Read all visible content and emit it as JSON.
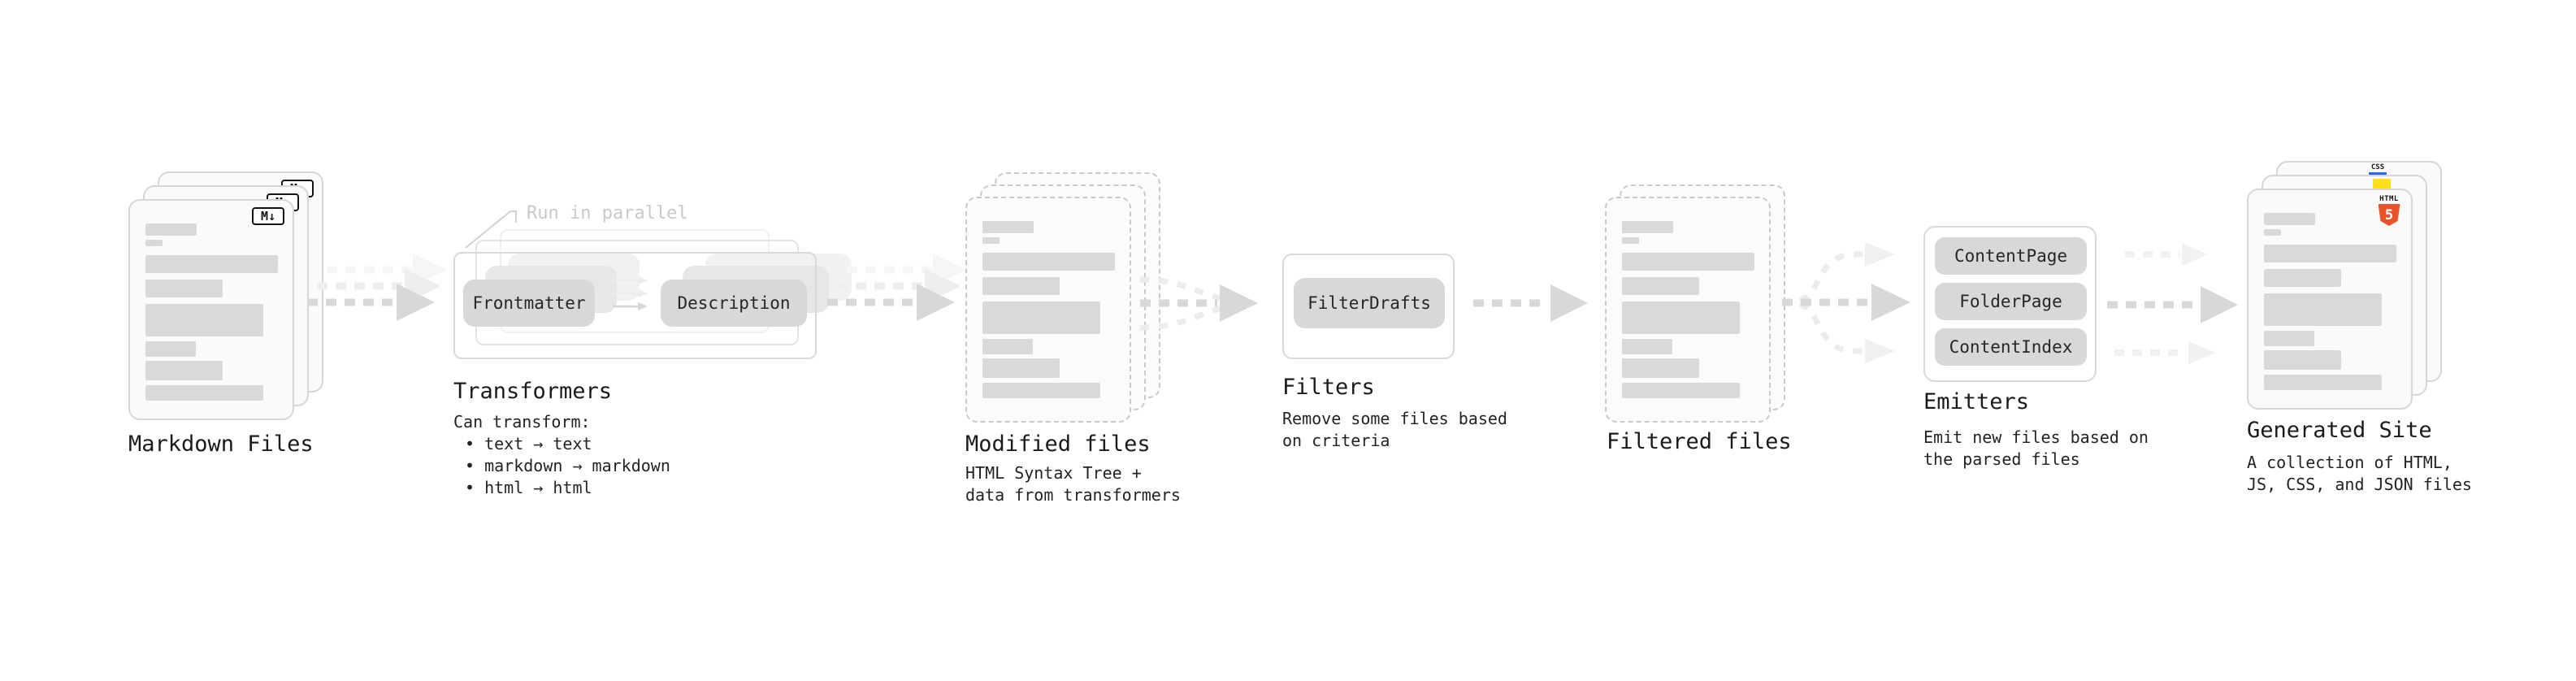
{
  "markdown_files": {
    "label": "Markdown Files",
    "badge": "M↓"
  },
  "transformers": {
    "label": "Transformers",
    "annotation": "Run in parallel",
    "pills": {
      "left": "Frontmatter",
      "right": "Description"
    },
    "caption_title": "Can transform:",
    "bullets": [
      "• text → text",
      "• markdown → markdown",
      "• html → html"
    ]
  },
  "modified_files": {
    "label": "Modified files",
    "caption": [
      "HTML Syntax Tree +",
      "data from transformers"
    ]
  },
  "filters": {
    "label": "Filters",
    "pill": "FilterDrafts",
    "caption": [
      "Remove some files based",
      "on criteria"
    ]
  },
  "filtered_files": {
    "label": "Filtered files"
  },
  "emitters": {
    "label": "Emitters",
    "pills": [
      "ContentPage",
      "FolderPage",
      "ContentIndex"
    ],
    "caption": [
      "Emit new files based on",
      "the parsed files"
    ]
  },
  "generated_site": {
    "label": "Generated Site",
    "caption": [
      "A collection of HTML,",
      "JS, CSS, and JSON files"
    ],
    "badges": {
      "css": "CSS",
      "html_word": "HTML",
      "html_number": "5"
    }
  },
  "colors": {
    "background": "#ffffff",
    "card_fill": "#fafafa",
    "card_border": "#d6d6d6",
    "dashed_border": "#c9c9c9",
    "shape_gray": "#d9d9d9",
    "arrow_gray": "#d8d8d8",
    "ghost_arrow_gray": "#eeeeee",
    "annotation_gray": "#c9c9c9",
    "text_dark": "#1b1b1b",
    "html5_orange": "#e8532c",
    "js_yellow": "#ffe01a",
    "css_blue": "#2b66f6"
  }
}
